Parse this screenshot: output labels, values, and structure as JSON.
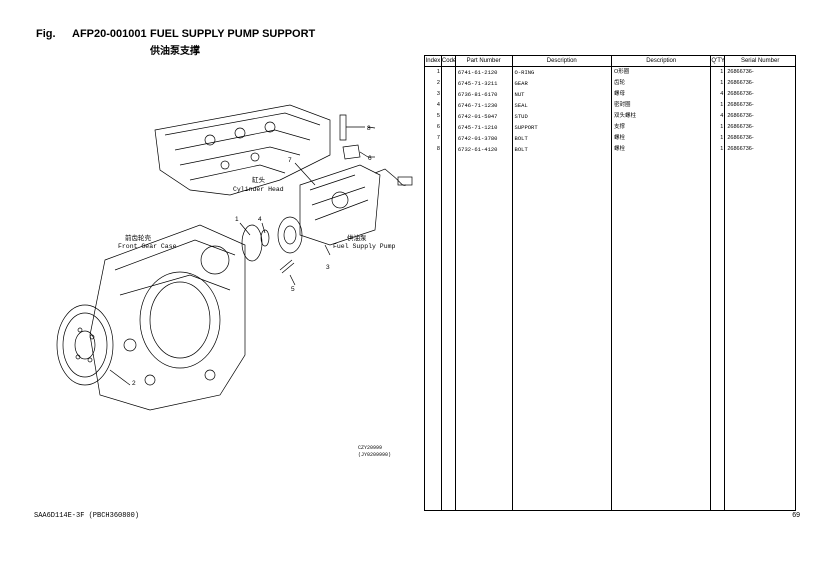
{
  "header": {
    "fig_label": "Fig.",
    "fig_code": "AFP20-001001",
    "title": "FUEL SUPPLY PUMP SUPPORT",
    "subtitle": "供油泵支撑"
  },
  "diagram": {
    "labels": {
      "cylinder_head_cn": "缸头",
      "cylinder_head_en": "Cylinder Head",
      "front_gear_case_cn": "前齿轮壳",
      "front_gear_case_en": "Front Gear Case",
      "fuel_supply_pump_cn": "供油泵",
      "fuel_supply_pump_en": "Fuel Supply Pump"
    },
    "callouts": [
      "1",
      "2",
      "3",
      "4",
      "5",
      "6",
      "7",
      "8"
    ],
    "reference": [
      "CZY20999",
      "(JY0209990)"
    ]
  },
  "table": {
    "headers": {
      "index": "Index",
      "code": "Code",
      "part_number": "Part Number",
      "description": "Description",
      "description2": "Description",
      "qty": "Q'TY",
      "serial": "Serial Number"
    },
    "rows": [
      {
        "index": "1",
        "code": "",
        "part": "6741-61-2120",
        "desc": "O-RING",
        "desc2": "O形圈",
        "qty": "1",
        "serial": "26866736-"
      },
      {
        "index": "2",
        "code": "",
        "part": "6745-71-3211",
        "desc": "GEAR",
        "desc2": "齿轮",
        "qty": "1",
        "serial": "26866736-"
      },
      {
        "index": "3",
        "code": "",
        "part": "6736-81-6170",
        "desc": "NUT",
        "desc2": "螺母",
        "qty": "4",
        "serial": "26866736-"
      },
      {
        "index": "4",
        "code": "",
        "part": "6746-71-1230",
        "desc": "SEAL",
        "desc2": "密封圈",
        "qty": "1",
        "serial": "26866736-"
      },
      {
        "index": "5",
        "code": "",
        "part": "6742-01-5047",
        "desc": "STUD",
        "desc2": "双头螺柱",
        "qty": "4",
        "serial": "26866736-"
      },
      {
        "index": "6",
        "code": "",
        "part": "6745-71-1210",
        "desc": "SUPPORT",
        "desc2": "支撑",
        "qty": "1",
        "serial": "26866736-"
      },
      {
        "index": "7",
        "code": "",
        "part": "6742-01-3780",
        "desc": "BOLT",
        "desc2": "螺栓",
        "qty": "1",
        "serial": "26866736-"
      },
      {
        "index": "8",
        "code": "",
        "part": "6732-61-4120",
        "desc": "BOLT",
        "desc2": "螺栓",
        "qty": "1",
        "serial": "26866736-"
      }
    ]
  },
  "footer": {
    "model": "SAA6D114E-3F (PBCH360800)",
    "page": "69"
  }
}
